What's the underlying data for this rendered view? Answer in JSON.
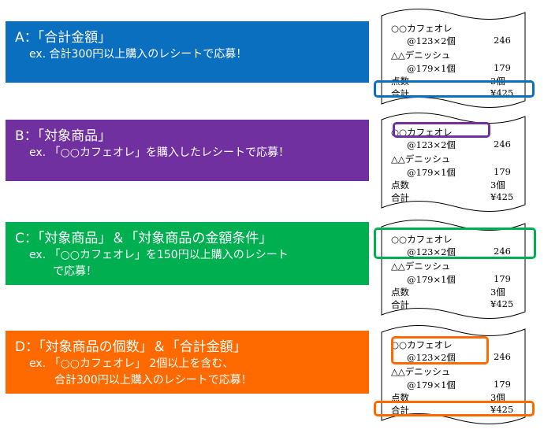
{
  "cases": [
    {
      "title": "A：「合計金額」",
      "example": [
        "ex. 合計300円以上購入のレシートで応募！"
      ],
      "color": "#0b6fbf"
    },
    {
      "title": "B：「対象商品」",
      "example": [
        "ex. 「○○カフェオレ」を購入したレシートで応募！"
      ],
      "color": "#7030a0"
    },
    {
      "title": "C：「対象商品」＆「対象商品の金額条件」",
      "example": [
        "ex. 「○○カフェオレ」を150円以上購入のレシート",
        "で応募！"
      ],
      "color": "#00b050"
    },
    {
      "title": "D：「対象商品の個数」＆「合計金額」",
      "example": [
        "ex. 「○○カフェオレ」 2個以上を含む、",
        "合計300円以上購入のレシートで応募！"
      ],
      "color": "#ff6a00"
    }
  ],
  "receipt": {
    "item1": "○○カフェオレ",
    "item1_detail": "@123×2個",
    "item1_price": "246",
    "item2": "△△デニッシュ",
    "item2_detail": "@179×1個",
    "item2_price": "179",
    "count_label": "点数",
    "count_value": "3個",
    "total_label": "合計",
    "total_value": "¥425"
  }
}
